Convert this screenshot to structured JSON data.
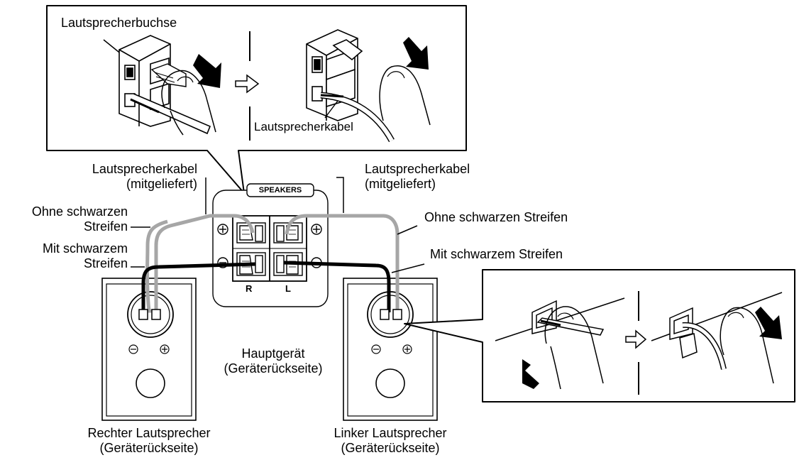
{
  "labels": {
    "terminal_top": "Lautsprecherbuchse",
    "cable_top": "Lautsprecherkabel",
    "cable_left_1": "Lautsprecherkabel",
    "cable_left_2": "(mitgeliefert)",
    "cable_right_1": "Lautsprecherkabel",
    "cable_right_2": "(mitgeliefert)",
    "no_stripe_left_1": "Ohne schwarzen",
    "no_stripe_left_2": "Streifen",
    "stripe_left_1": "Mit schwarzem",
    "stripe_left_2": "Streifen",
    "no_stripe_right": "Ohne schwarzen Streifen",
    "stripe_right": "Mit schwarzem Streifen",
    "main_unit_1": "Hauptgerät",
    "main_unit_2": "(Geräterückseite)",
    "right_speaker_1": "Rechter Lautsprecher",
    "right_speaker_2": "(Geräterückseite)",
    "left_speaker_1": "Linker Lautsprecher",
    "left_speaker_2": "(Geräterückseite)"
  },
  "panel": {
    "title": "SPEAKERS",
    "r": "R",
    "l": "L",
    "plus": "⊕",
    "minus": "⊖"
  },
  "colors": {
    "stroke": "#000000",
    "cable_plain": "#a6a6a6",
    "cable_striped": "#000000",
    "background": "#ffffff"
  }
}
